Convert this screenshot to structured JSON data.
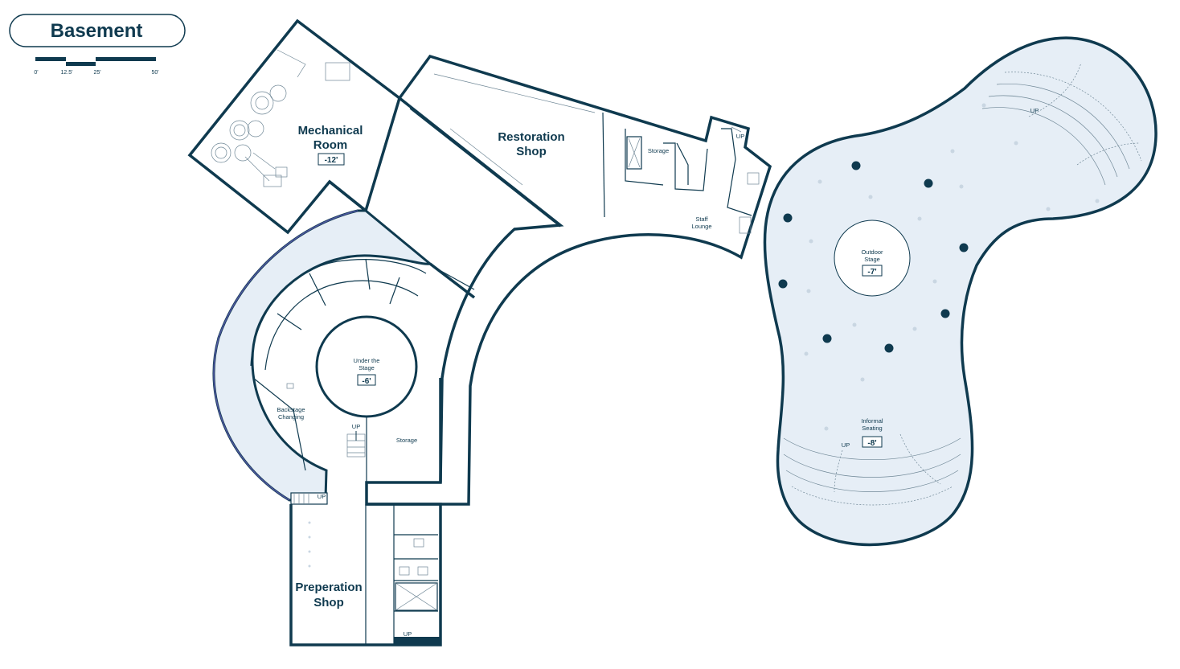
{
  "title": "Basement",
  "scale_bar": {
    "labels": [
      "0'",
      "12.5'",
      "25'",
      "50'"
    ]
  },
  "rooms": {
    "mechanical_room": {
      "name_line1": "Mechanical",
      "name_line2": "Room",
      "elevation": "-12'"
    },
    "restoration_shop": {
      "name_line1": "Restoration",
      "name_line2": "Shop"
    },
    "storage_upper": {
      "name": "Storage"
    },
    "staff_lounge": {
      "name_line1": "Staff",
      "name_line2": "Lounge"
    },
    "under_the_stage": {
      "name_line1": "Under the",
      "name_line2": "Stage",
      "elevation": "-6'"
    },
    "backstage_changing": {
      "name_line1": "Backstage",
      "name_line2": "Changing"
    },
    "storage_lower": {
      "name": "Storage"
    },
    "preperation_shop": {
      "name_line1": "Preperation",
      "name_line2": "Shop"
    },
    "outdoor_stage": {
      "name_line1": "Outdoor",
      "name_line2": "Stage",
      "elevation": "-7'"
    },
    "informal_seating": {
      "name_line1": "Informal",
      "name_line2": "Seating",
      "elevation": "-8'"
    }
  },
  "stair_labels": {
    "up_stage": "UP",
    "up_backstage": "UP",
    "up_prep": "UP",
    "up_storage": "UP",
    "up_amphi_top": "UP",
    "up_amphi_bottom": "UP"
  },
  "colors": {
    "wall": "#0f3a4f",
    "shaded_floor": "#e6eef6"
  }
}
